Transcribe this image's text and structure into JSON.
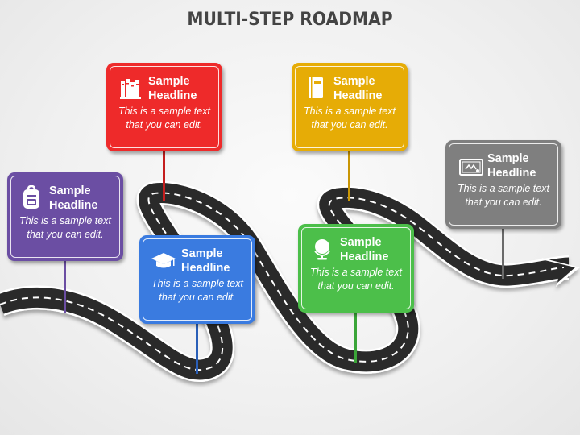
{
  "title": "MULTI-STEP ROADMAP",
  "steps": [
    {
      "headline": "Sample Headline",
      "text": "This is a sample text that you can edit.",
      "color": "#6b4ea3",
      "icon": "backpack-icon"
    },
    {
      "headline": "Sample Headline",
      "text": "This is a sample text that you can edit.",
      "color": "#ee2a2a",
      "icon": "books-icon"
    },
    {
      "headline": "Sample Headline",
      "text": "This is a sample text that you can edit.",
      "color": "#3a7be0",
      "icon": "graduation-cap-icon"
    },
    {
      "headline": "Sample Headline",
      "text": "This is a sample text that you can edit.",
      "color": "#e6ac06",
      "icon": "notebook-icon"
    },
    {
      "headline": "Sample Headline",
      "text": "This is a sample text that you can edit.",
      "color": "#4cbf4a",
      "icon": "globe-icon"
    },
    {
      "headline": "Sample Headline",
      "text": "This is a sample text that you can edit.",
      "color": "#7f7f7f",
      "icon": "certificate-icon"
    }
  ]
}
